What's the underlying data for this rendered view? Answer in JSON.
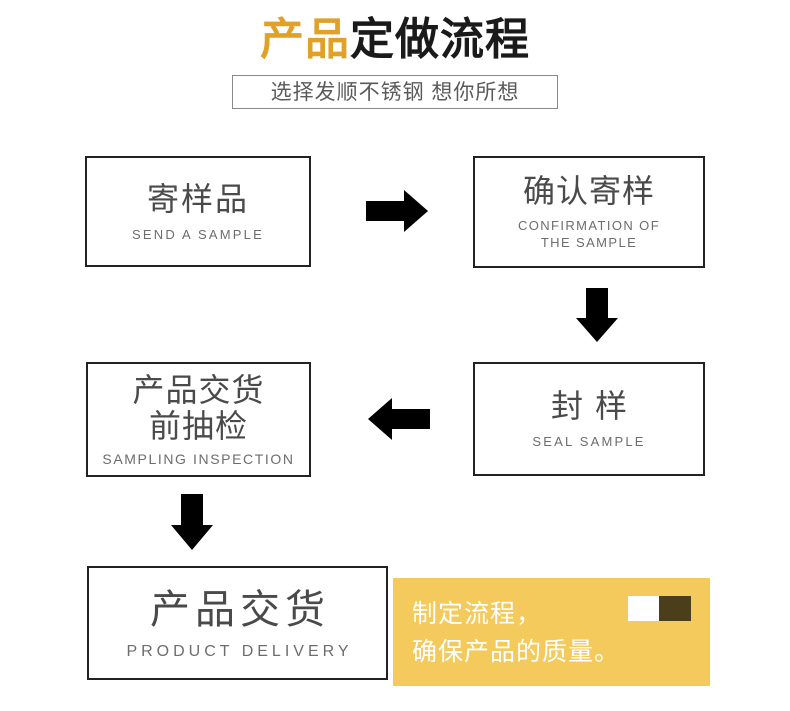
{
  "header": {
    "title_accent": "产品",
    "title_rest": "定做流程",
    "subtitle": "选择发顺不锈钢 想你所想"
  },
  "steps": [
    {
      "id": "send-sample",
      "cn": "寄样品",
      "en": "SEND A SAMPLE"
    },
    {
      "id": "confirm-sample",
      "cn": "确认寄样",
      "en": "CONFIRMATION OF\nTHE SAMPLE"
    },
    {
      "id": "seal-sample",
      "cn": "封样",
      "en": "SEAL SAMPLE"
    },
    {
      "id": "sampling-inspection",
      "cn": "产品交货\n前抽检",
      "en": "SAMPLING INSPECTION"
    },
    {
      "id": "product-delivery",
      "cn": "产品交货",
      "en": "PRODUCT DELIVERY"
    }
  ],
  "arrows": [
    {
      "id": "arrow-right",
      "direction": "right"
    },
    {
      "id": "arrow-down-right",
      "direction": "down"
    },
    {
      "id": "arrow-left",
      "direction": "left"
    },
    {
      "id": "arrow-down-left",
      "direction": "down"
    }
  ],
  "callout": {
    "text": "制定流程，\n确保产品的质量。",
    "swatch_light": "#FFFFFF",
    "swatch_dark": "#4B3E1A"
  },
  "colors": {
    "accent_orange": "#E0A128",
    "panel_yellow": "#F4CA5C",
    "box_border": "#222222",
    "cn_text": "#4A4A4A",
    "en_text": "#6D6D6D",
    "subtitle_text": "#5A5A5A",
    "arrow_fill": "#000000",
    "background": "#FFFFFF"
  }
}
